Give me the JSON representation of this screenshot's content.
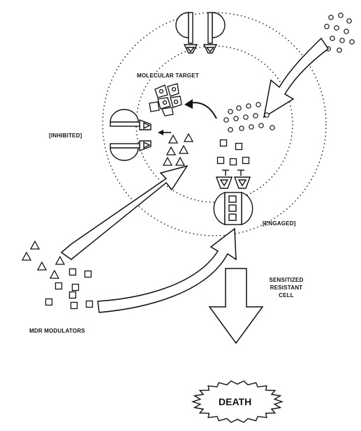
{
  "labels": {
    "molecular_target": "MOLECULAR TARGET",
    "inhibited": "[INHIBITED]",
    "engaged": "[ENGAGED]",
    "sensitized_line1": "SENSITIZED",
    "sensitized_line2": "RESISTANT",
    "sensitized_line3": "CELL",
    "mdr_modulators": "MDR MODULATORS",
    "death": "DEATH"
  },
  "colors": {
    "ink": "#111111",
    "background": "#ffffff"
  }
}
